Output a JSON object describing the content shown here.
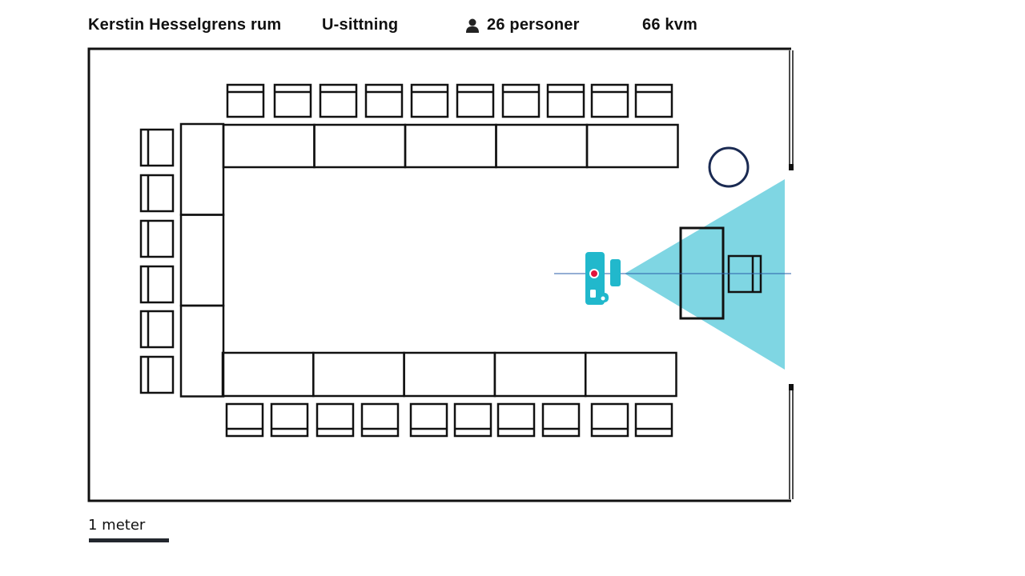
{
  "header": {
    "room_name": "Kerstin Hesselgrens rum",
    "layout": "U-sittning",
    "capacity_icon": "person-icon",
    "capacity": "26 personer",
    "area": "66 kvm"
  },
  "plan": {
    "top_chairs": 10,
    "bottom_chairs": 10,
    "left_chairs": 6,
    "top_tables": 5,
    "bottom_tables": 5,
    "left_tables": 3,
    "projector_icon": "projector-icon",
    "screen_icon": "projection-screen",
    "flipchart_icon": "circle-flipchart-icon",
    "colors": {
      "wall": "#111111",
      "beam": "#7fd6e3",
      "projector": "#21b8cc",
      "projector_lens": "#e0143c",
      "circle": "#1a2a52",
      "axis_line": "#2a5ea8"
    }
  },
  "scale": {
    "label": "1 meter"
  }
}
